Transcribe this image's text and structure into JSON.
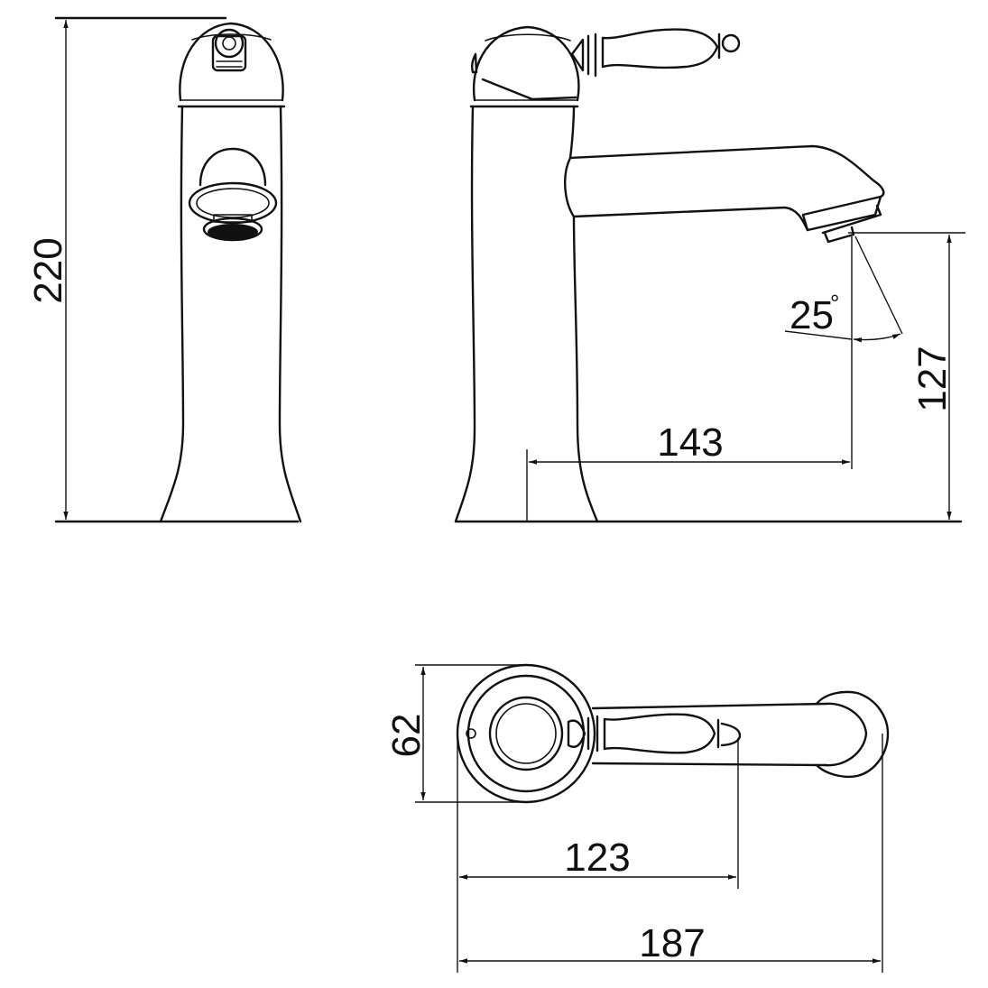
{
  "dimensions": {
    "total_height": "220",
    "spout_height": "127",
    "spout_reach": "143",
    "angle_value": "25",
    "angle_unit": "°",
    "base_diameter": "62",
    "handle_length": "123",
    "total_length": "187"
  },
  "colors": {
    "line": "#111111",
    "background": "#ffffff"
  }
}
